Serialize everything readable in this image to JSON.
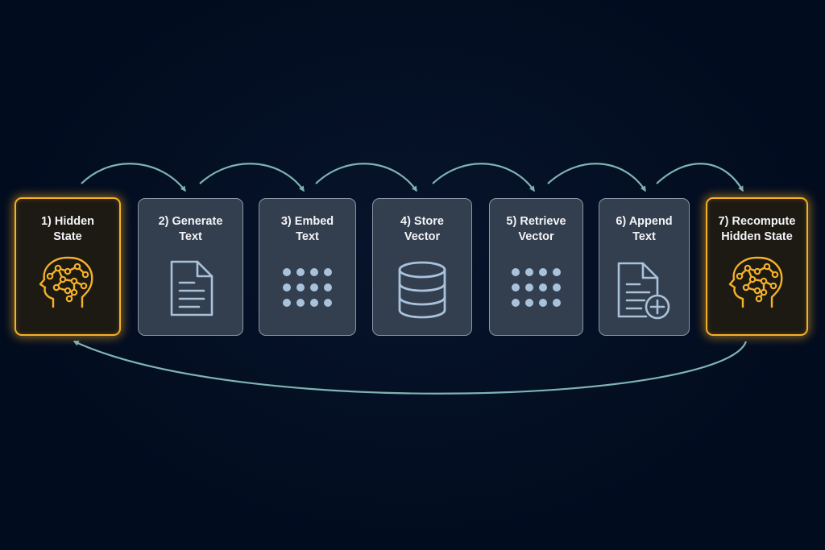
{
  "diagram": {
    "steps": [
      {
        "id": "step-1",
        "label": "1) Hidden\nState",
        "icon": "brain-head-icon",
        "highlight": true
      },
      {
        "id": "step-2",
        "label": "2) Generate\nText",
        "icon": "document-icon",
        "highlight": false
      },
      {
        "id": "step-3",
        "label": "3) Embed\nText",
        "icon": "dot-grid-icon",
        "highlight": false
      },
      {
        "id": "step-4",
        "label": "4) Store\nVector",
        "icon": "database-icon",
        "highlight": false
      },
      {
        "id": "step-5",
        "label": "5) Retrieve\nVector",
        "icon": "dot-grid-icon",
        "highlight": false
      },
      {
        "id": "step-6",
        "label": "6) Append\nText",
        "icon": "document-plus-icon",
        "highlight": false
      },
      {
        "id": "step-7",
        "label": "7) Recompute\nHidden State",
        "icon": "brain-head-icon",
        "highlight": true
      }
    ],
    "colors": {
      "background": "#020c1f",
      "box_fill": "#333e4e",
      "box_border": "#8a96a8",
      "highlight_border": "#f4b128",
      "arrow": "#7fb3b3",
      "icon": "#a9c2dc",
      "highlight_icon": "#f4b128",
      "text": "#f3f4f7"
    }
  }
}
